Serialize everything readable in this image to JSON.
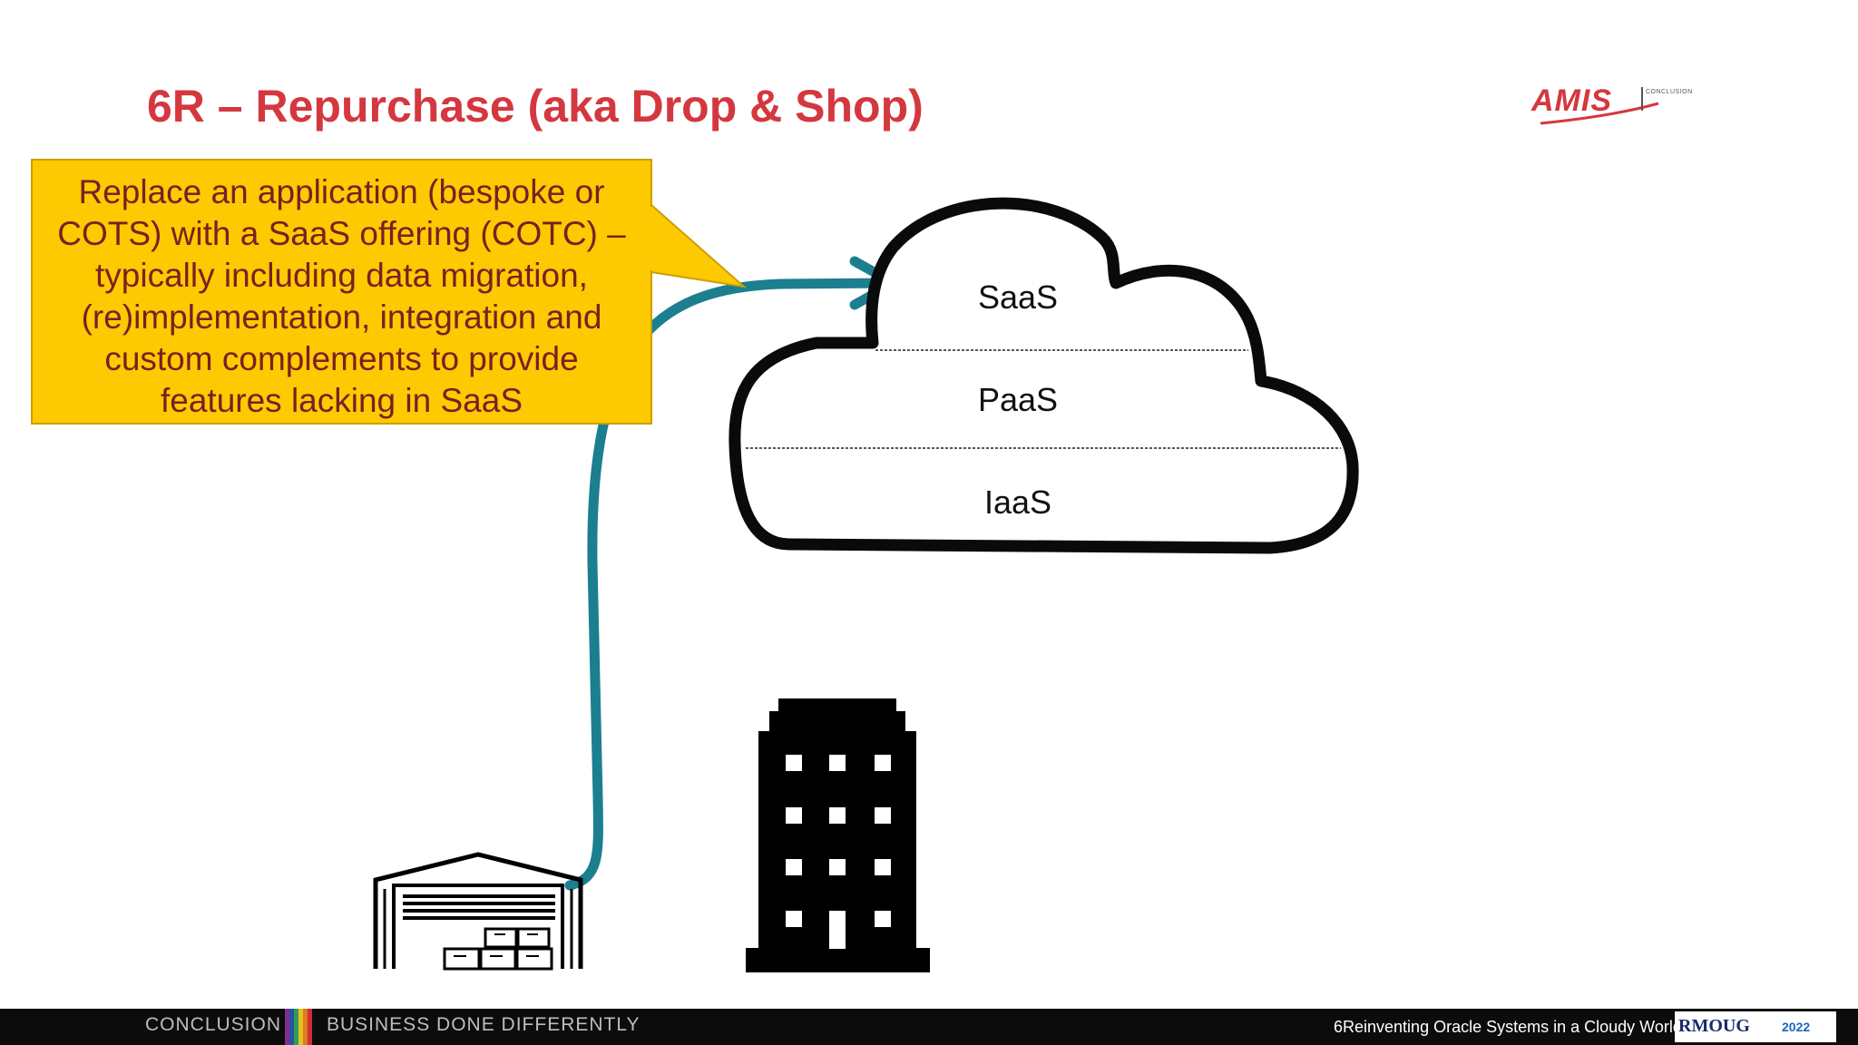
{
  "slide": {
    "title": "6R – Repurchase (aka Drop & Shop)",
    "callout_text": "Replace an application (bespoke or COTS) with a SaaS offering (COTC) – typically including data migration, (re)implementation, integration and custom complements to provide features lacking in SaaS"
  },
  "logo": {
    "brand": "AMIS",
    "subtext": "CONCLUSION"
  },
  "cloud": {
    "layers": [
      "SaaS",
      "PaaS",
      "IaaS"
    ]
  },
  "icons": {
    "warehouse": "warehouse-icon",
    "office": "office-building-icon",
    "cloud": "cloud-icon",
    "arrow": "connector-arrow-icon"
  },
  "footer": {
    "left_label": "CONCLUSION",
    "tagline": "BUSINESS DONE DIFFERENTLY",
    "presentation": "6Reinventing Oracle Systems in a Cloudy World",
    "event_logo": "RMOUG",
    "event_year": "2022"
  },
  "colors": {
    "title": "#d5373f",
    "callout_bg": "#fdc900",
    "callout_text": "#7a1f24",
    "connector": "#1b7f8f",
    "footer_bg": "#0c0c0c"
  }
}
